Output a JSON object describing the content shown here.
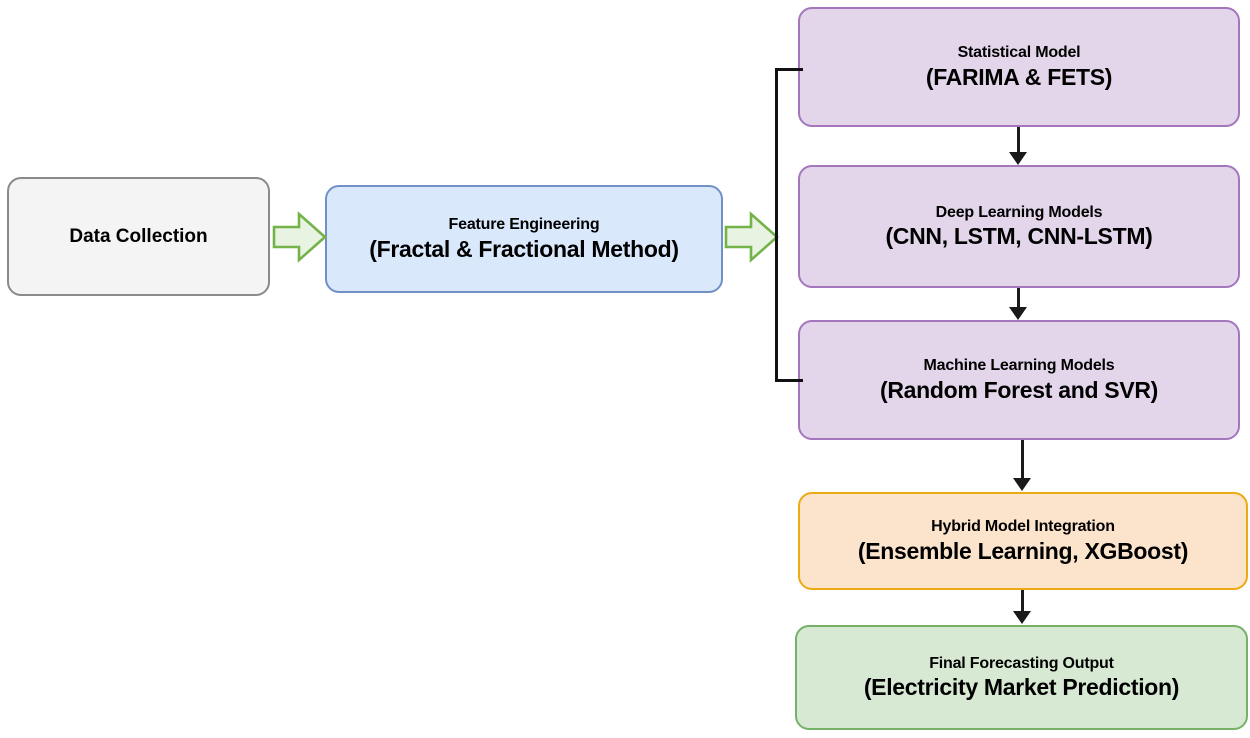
{
  "diagram": {
    "title": "Electricity Market Forecasting Methodology Flowchart",
    "type": "flowchart",
    "background": "#ffffff",
    "nodes": [
      {
        "id": "data-collection",
        "line1": "",
        "line2": "Data Collection",
        "fill": "#F4F4F4",
        "stroke": "#8A8A8A"
      },
      {
        "id": "feature-engineering",
        "line1": "Feature Engineering",
        "line2": "(Fractal & Fractional Method)",
        "fill": "#DAE8FC",
        "stroke": "#7191C6"
      },
      {
        "id": "statistical-model",
        "line1": "Statistical Model",
        "line2": "(FARIMA & FETS)",
        "fill": "#E3D6EB",
        "stroke": "#A477BC"
      },
      {
        "id": "deep-learning-models",
        "line1": "Deep Learning Models",
        "line2": "(CNN, LSTM, CNN-LSTM)",
        "fill": "#E3D6EB",
        "stroke": "#A477BC"
      },
      {
        "id": "machine-learning-models",
        "line1": "Machine Learning Models",
        "line2": "(Random Forest and SVR)",
        "fill": "#E3D6EB",
        "stroke": "#A477BC"
      },
      {
        "id": "hybrid-model-integration",
        "line1": "Hybrid Model Integration",
        "line2": "(Ensemble Learning, XGBoost)",
        "fill": "#FCE4CC",
        "stroke": "#EDAA13"
      },
      {
        "id": "final-forecasting-output",
        "line1": "Final Forecasting Output",
        "line2": "(Electricity Market Prediction)",
        "fill": "#D8E9D3",
        "stroke": "#76B168"
      }
    ],
    "edges": [
      {
        "id": "e1",
        "from": "data-collection",
        "to": "feature-engineering",
        "style": "green-block-arrow"
      },
      {
        "id": "e2",
        "from": "feature-engineering",
        "to": "model-bracket",
        "style": "green-block-arrow"
      },
      {
        "id": "e3",
        "from": "model-bracket",
        "to": "statistical-model",
        "style": "black-line"
      },
      {
        "id": "e4",
        "from": "model-bracket",
        "to": "machine-learning-models",
        "style": "black-line"
      },
      {
        "id": "e5",
        "from": "statistical-model",
        "to": "deep-learning-models",
        "style": "black-arrow"
      },
      {
        "id": "e6",
        "from": "deep-learning-models",
        "to": "machine-learning-models",
        "style": "black-arrow"
      },
      {
        "id": "e7",
        "from": "machine-learning-models",
        "to": "hybrid-model-integration",
        "style": "black-arrow"
      },
      {
        "id": "e8",
        "from": "hybrid-model-integration",
        "to": "final-forecasting-output",
        "style": "black-arrow"
      }
    ],
    "colors": {
      "arrow_green_fill": "#E9F3E1",
      "arrow_green_stroke": "#74B24A",
      "arrow_black": "#1a1a1a"
    }
  }
}
